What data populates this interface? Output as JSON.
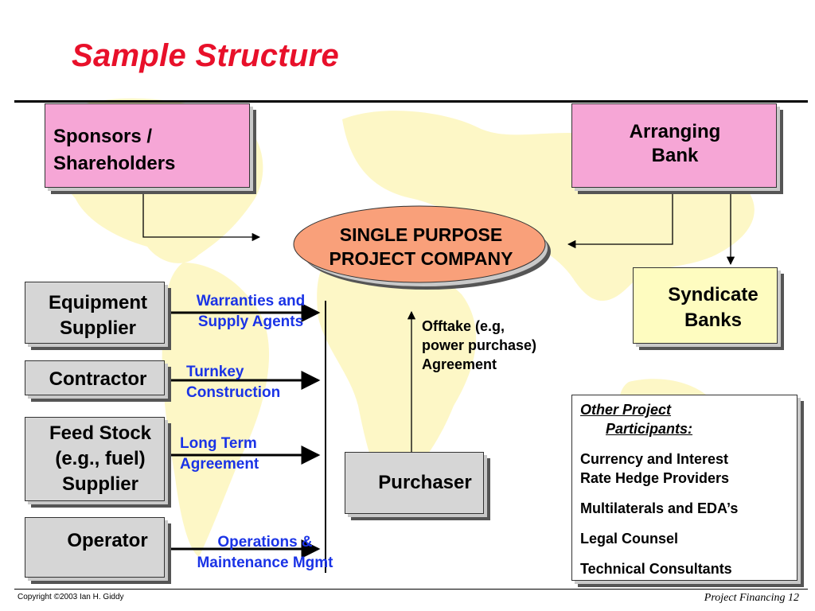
{
  "title": "Sample Structure",
  "boxes": {
    "sponsors": "Sponsors /\n      Shareholders",
    "arranging_bank": "Arranging\nBank",
    "project_company": "SINGLE PURPOSE\nPROJECT COMPANY",
    "syndicate_banks": "Syndicate\nBanks",
    "equipment_supplier": "Equipment\nSupplier",
    "contractor": "Contractor",
    "feed_stock": "Feed Stock\n(e.g., fuel)\nSupplier",
    "operator": "Operator",
    "purchaser": "Purchaser"
  },
  "links": {
    "warranties": "Warranties and\nSupply Agents",
    "turnkey": "Turnkey\nConstruction",
    "long_term": "Long Term\nAgreement",
    "operations": "Operations &\nMaintenance Mgmt",
    "offtake": "Offtake (e.g,\npower purchase)\nAgreement"
  },
  "other_participants": {
    "heading_line1": "Other Project",
    "heading_line2": "Participants:",
    "items": [
      "Currency and Interest\n      Rate Hedge Providers",
      "Multilaterals and EDA’s",
      "Legal Counsel",
      "Technical Consultants"
    ]
  },
  "footer": {
    "copyright": "Copyright ©2003 Ian H. Giddy",
    "page": "Project Financing  12"
  },
  "colors": {
    "title": "#e8102a",
    "pink_box": "#f6a6d6",
    "yellow_box": "#fefcc0",
    "ellipse": "#f9a07a",
    "link_text": "#1a33e6",
    "map": "#fdf7c6"
  }
}
